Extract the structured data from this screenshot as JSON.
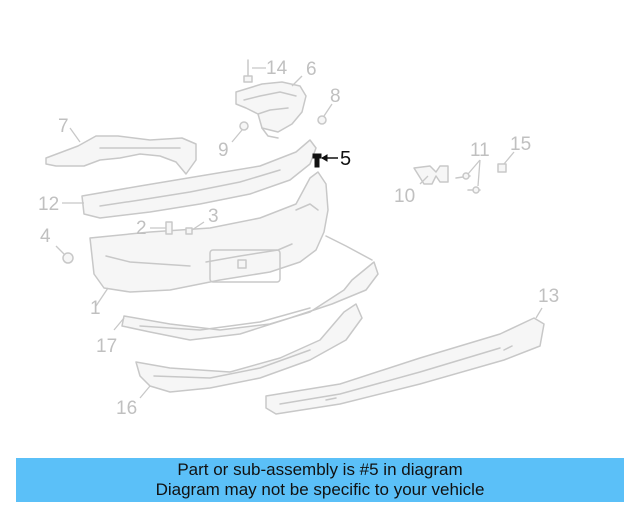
{
  "callouts": {
    "c1": "1",
    "c2": "2",
    "c3": "3",
    "c4": "4",
    "c5": "5",
    "c6": "6",
    "c7": "7",
    "c8": "8",
    "c9": "9",
    "c10": "10",
    "c11": "11",
    "c12": "12",
    "c13": "13",
    "c14": "14",
    "c15": "15",
    "c16": "16",
    "c17": "17"
  },
  "highlighted_part": "5",
  "caption": {
    "line1": "Part or sub-assembly is #5 in diagram",
    "line2": "Diagram may not be specific to your vehicle"
  },
  "colors": {
    "caption_bg": "#5bc0f8",
    "line_art": "#c8c8c8",
    "highlight": "#111111"
  }
}
